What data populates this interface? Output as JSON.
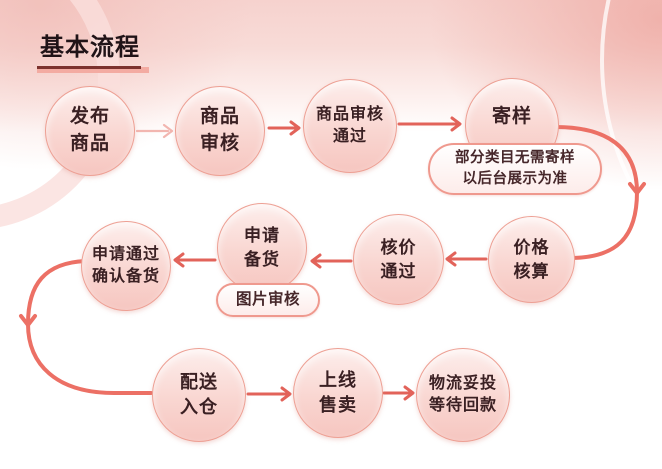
{
  "page": {
    "title": "基本流程"
  },
  "palette": {
    "background_top": "#f6d2ce",
    "node_fill_top": "#fdeeec",
    "node_fill_bottom": "#f6c6c0",
    "node_border": "#eda094",
    "node_text": "#3a2023",
    "arrow": "#e2635a",
    "arrow_light": "#f2b6b0",
    "curve": "#ec7065",
    "note_border": "#ef998e",
    "note_text": "#46272a",
    "title_text": "#201317",
    "title_underline": "#7c322e",
    "title_highlight": "#f3aba2"
  },
  "flow": {
    "nodes": [
      {
        "id": "publish-product",
        "label": "发布\n商品"
      },
      {
        "id": "product-review",
        "label": "商品\n审核"
      },
      {
        "id": "review-passed",
        "label": "商品审核\n通过"
      },
      {
        "id": "send-sample",
        "label": "寄样"
      },
      {
        "id": "price-accounting",
        "label": "价格\n核算"
      },
      {
        "id": "price-check-passed",
        "label": "核价\n通过"
      },
      {
        "id": "apply-stocking",
        "label": "申请\n备货"
      },
      {
        "id": "approved-confirm-stocking",
        "label": "申请通过\n确认备货"
      },
      {
        "id": "delivery-to-warehouse",
        "label": "配送\n入仓"
      },
      {
        "id": "online-sale",
        "label": "上线\n售卖"
      },
      {
        "id": "delivered-await-payment",
        "label": "物流妥投\n等待回款"
      }
    ],
    "notes": [
      {
        "id": "sample-note",
        "label": "部分类目无需寄样\n以后台展示为准"
      },
      {
        "id": "image-review-note",
        "label": "图片审核"
      }
    ]
  }
}
